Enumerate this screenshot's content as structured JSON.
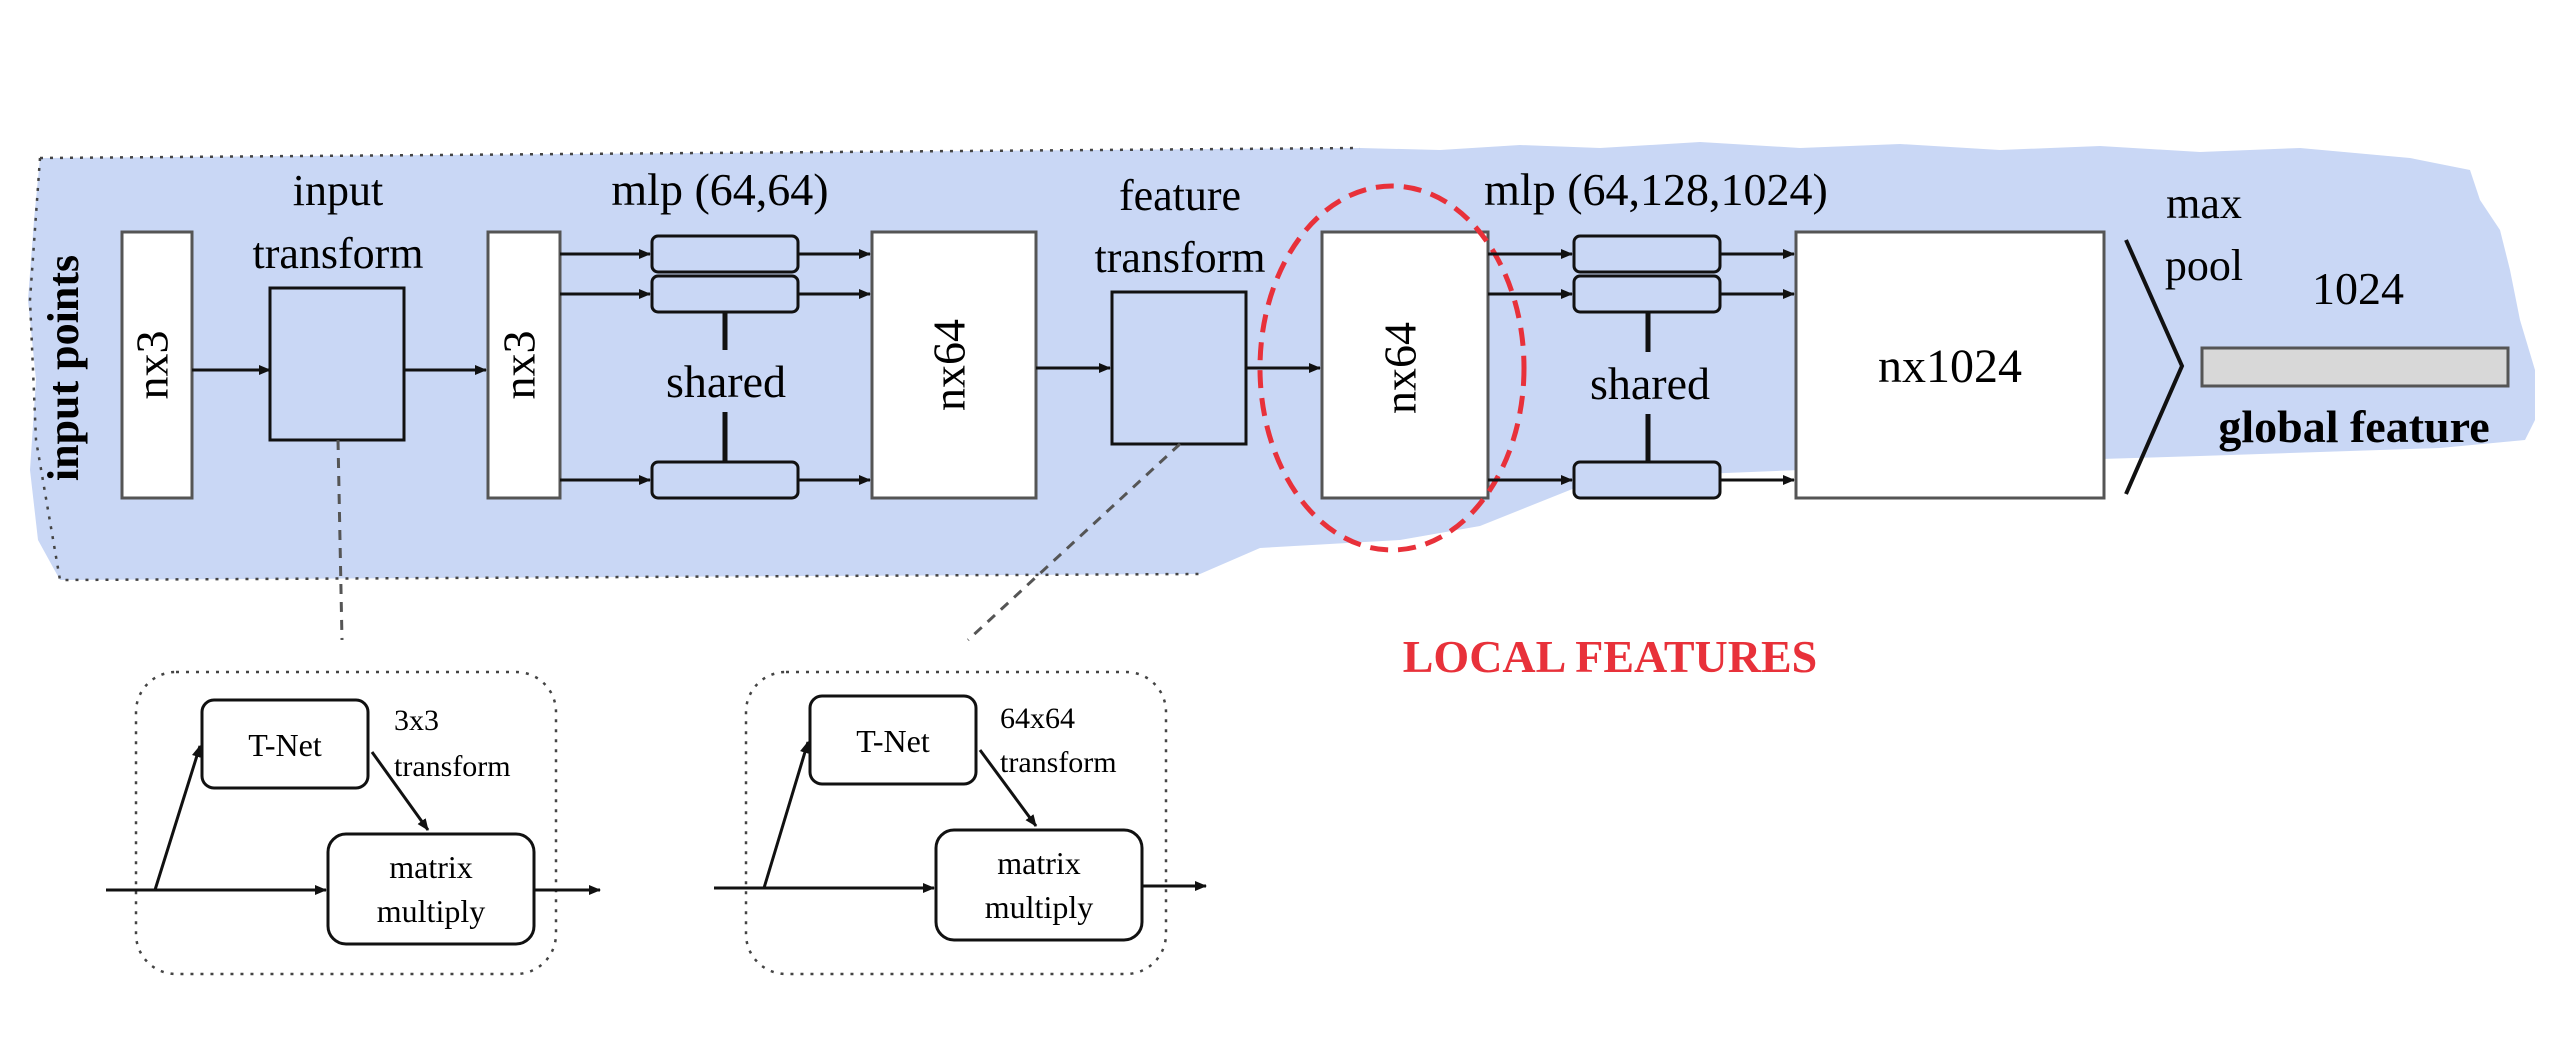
{
  "side_label": "input points",
  "blocks": {
    "input_nx3": "nx3",
    "input_transform_line1": "input",
    "input_transform_line2": "transform",
    "transformed_nx3": "nx3",
    "mlp1_label": "mlp (64,64)",
    "mlp1_shared": "shared",
    "features_nx64": "nx64",
    "feature_transform_line1": "feature",
    "feature_transform_line2": "transform",
    "local_nx64": "nx64",
    "mlp2_label": "mlp (64,128,1024)",
    "mlp2_shared": "shared",
    "features_nx1024": "nx1024",
    "maxpool_line1": "max",
    "maxpool_line2": "pool",
    "global_dim": "1024",
    "global_feature": "global feature"
  },
  "annotation": {
    "text": "LOCAL FEATURES",
    "color": "#e8313a"
  },
  "tnet_input": {
    "tnet_label": "T-Net",
    "transform_line1": "3x3",
    "transform_line2": "transform",
    "matrix_line1": "matrix",
    "matrix_line2": "multiply"
  },
  "tnet_feature": {
    "tnet_label": "T-Net",
    "transform_line1": "64x64",
    "transform_line2": "transform",
    "matrix_line1": "matrix",
    "matrix_line2": "multiply"
  },
  "colors": {
    "background_region": "#c9d7f5",
    "highlight_ellipse": "#e8313a"
  }
}
